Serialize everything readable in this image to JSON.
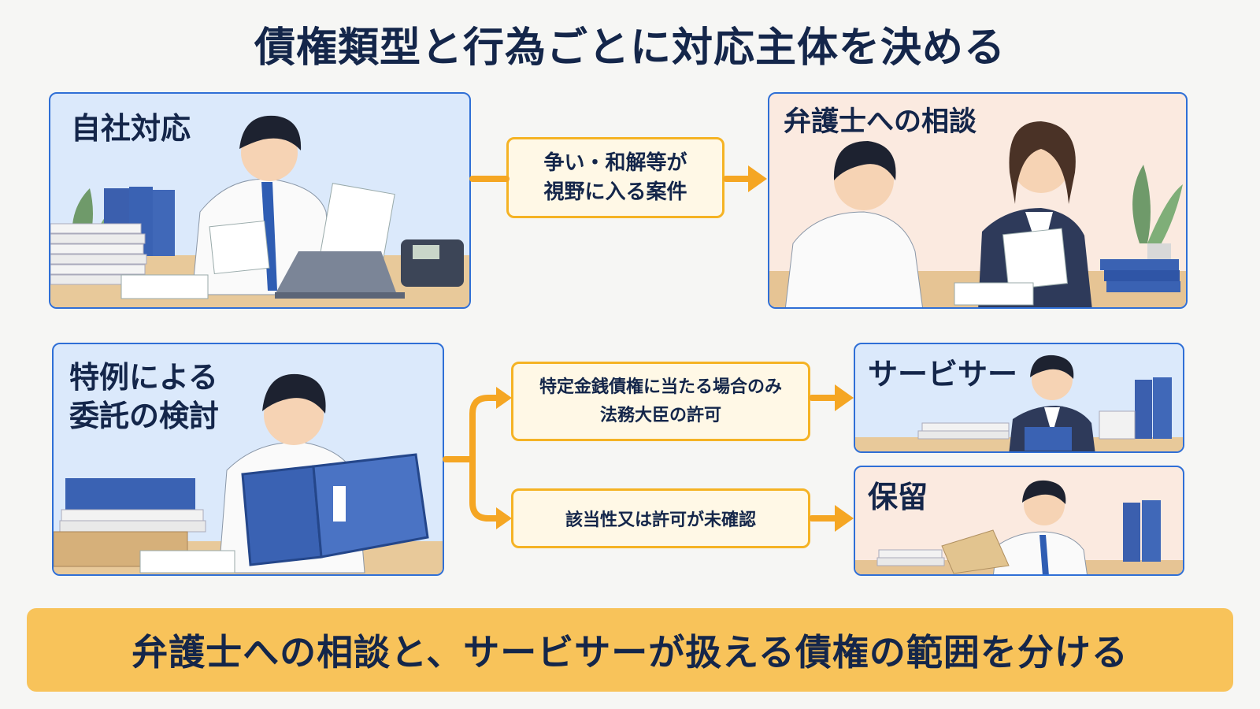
{
  "title": "債権類型と行為ごとに対応主体を決める",
  "panels": {
    "in_house": {
      "label": "自社対応"
    },
    "lawyer": {
      "label": "弁護士への相談"
    },
    "exception": {
      "label_line1": "特例による",
      "label_line2": "委託の検討"
    },
    "servicer": {
      "label": "サービサー"
    },
    "hold": {
      "label": "保留"
    }
  },
  "actions": {
    "dispute": {
      "line1": "争い・和解等が",
      "line2": "視野に入る案件"
    },
    "specific": {
      "line1": "特定金銭債権に当たる場合のみ",
      "line2": "法務大臣の許可"
    },
    "unconfirmed": {
      "line1": "該当性又は許可が未確認"
    }
  },
  "banner": {
    "text": "弁護士への相談と、サービサーが扱える債権の範囲を分ける"
  },
  "colors": {
    "panel_border": "#2f6fd6",
    "arrow": "#f5a623",
    "action_border": "#f5b324",
    "banner": "#f8c35a",
    "text": "#14264a"
  }
}
